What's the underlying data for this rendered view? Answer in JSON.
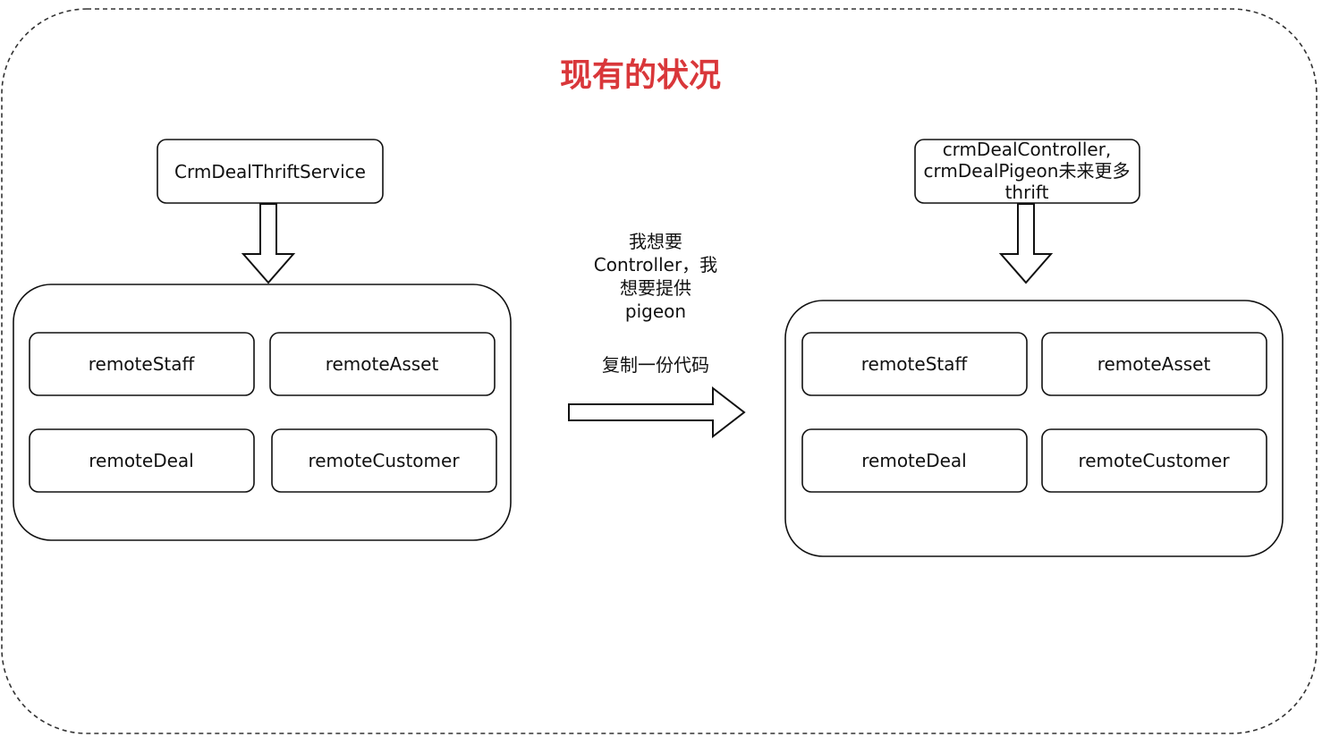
{
  "diagram": {
    "title": "现有的状况",
    "left": {
      "source": "CrmDealThriftService",
      "modules": [
        "remoteStaff",
        "remoteAsset",
        "remoteDeal",
        "remoteCustomer"
      ]
    },
    "right": {
      "source_lines": [
        "crmDealController,",
        "crmDealPigeon未来更多",
        "thrift"
      ],
      "modules": [
        "remoteStaff",
        "remoteAsset",
        "remoteDeal",
        "remoteCustomer"
      ]
    },
    "note": {
      "lines": [
        "我想要",
        "Controller，我",
        "想要提供",
        "pigeon"
      ],
      "action": "复制一份代码"
    },
    "colors": {
      "title": "#d9373a",
      "stroke": "#111111",
      "frame": "#333333"
    }
  }
}
